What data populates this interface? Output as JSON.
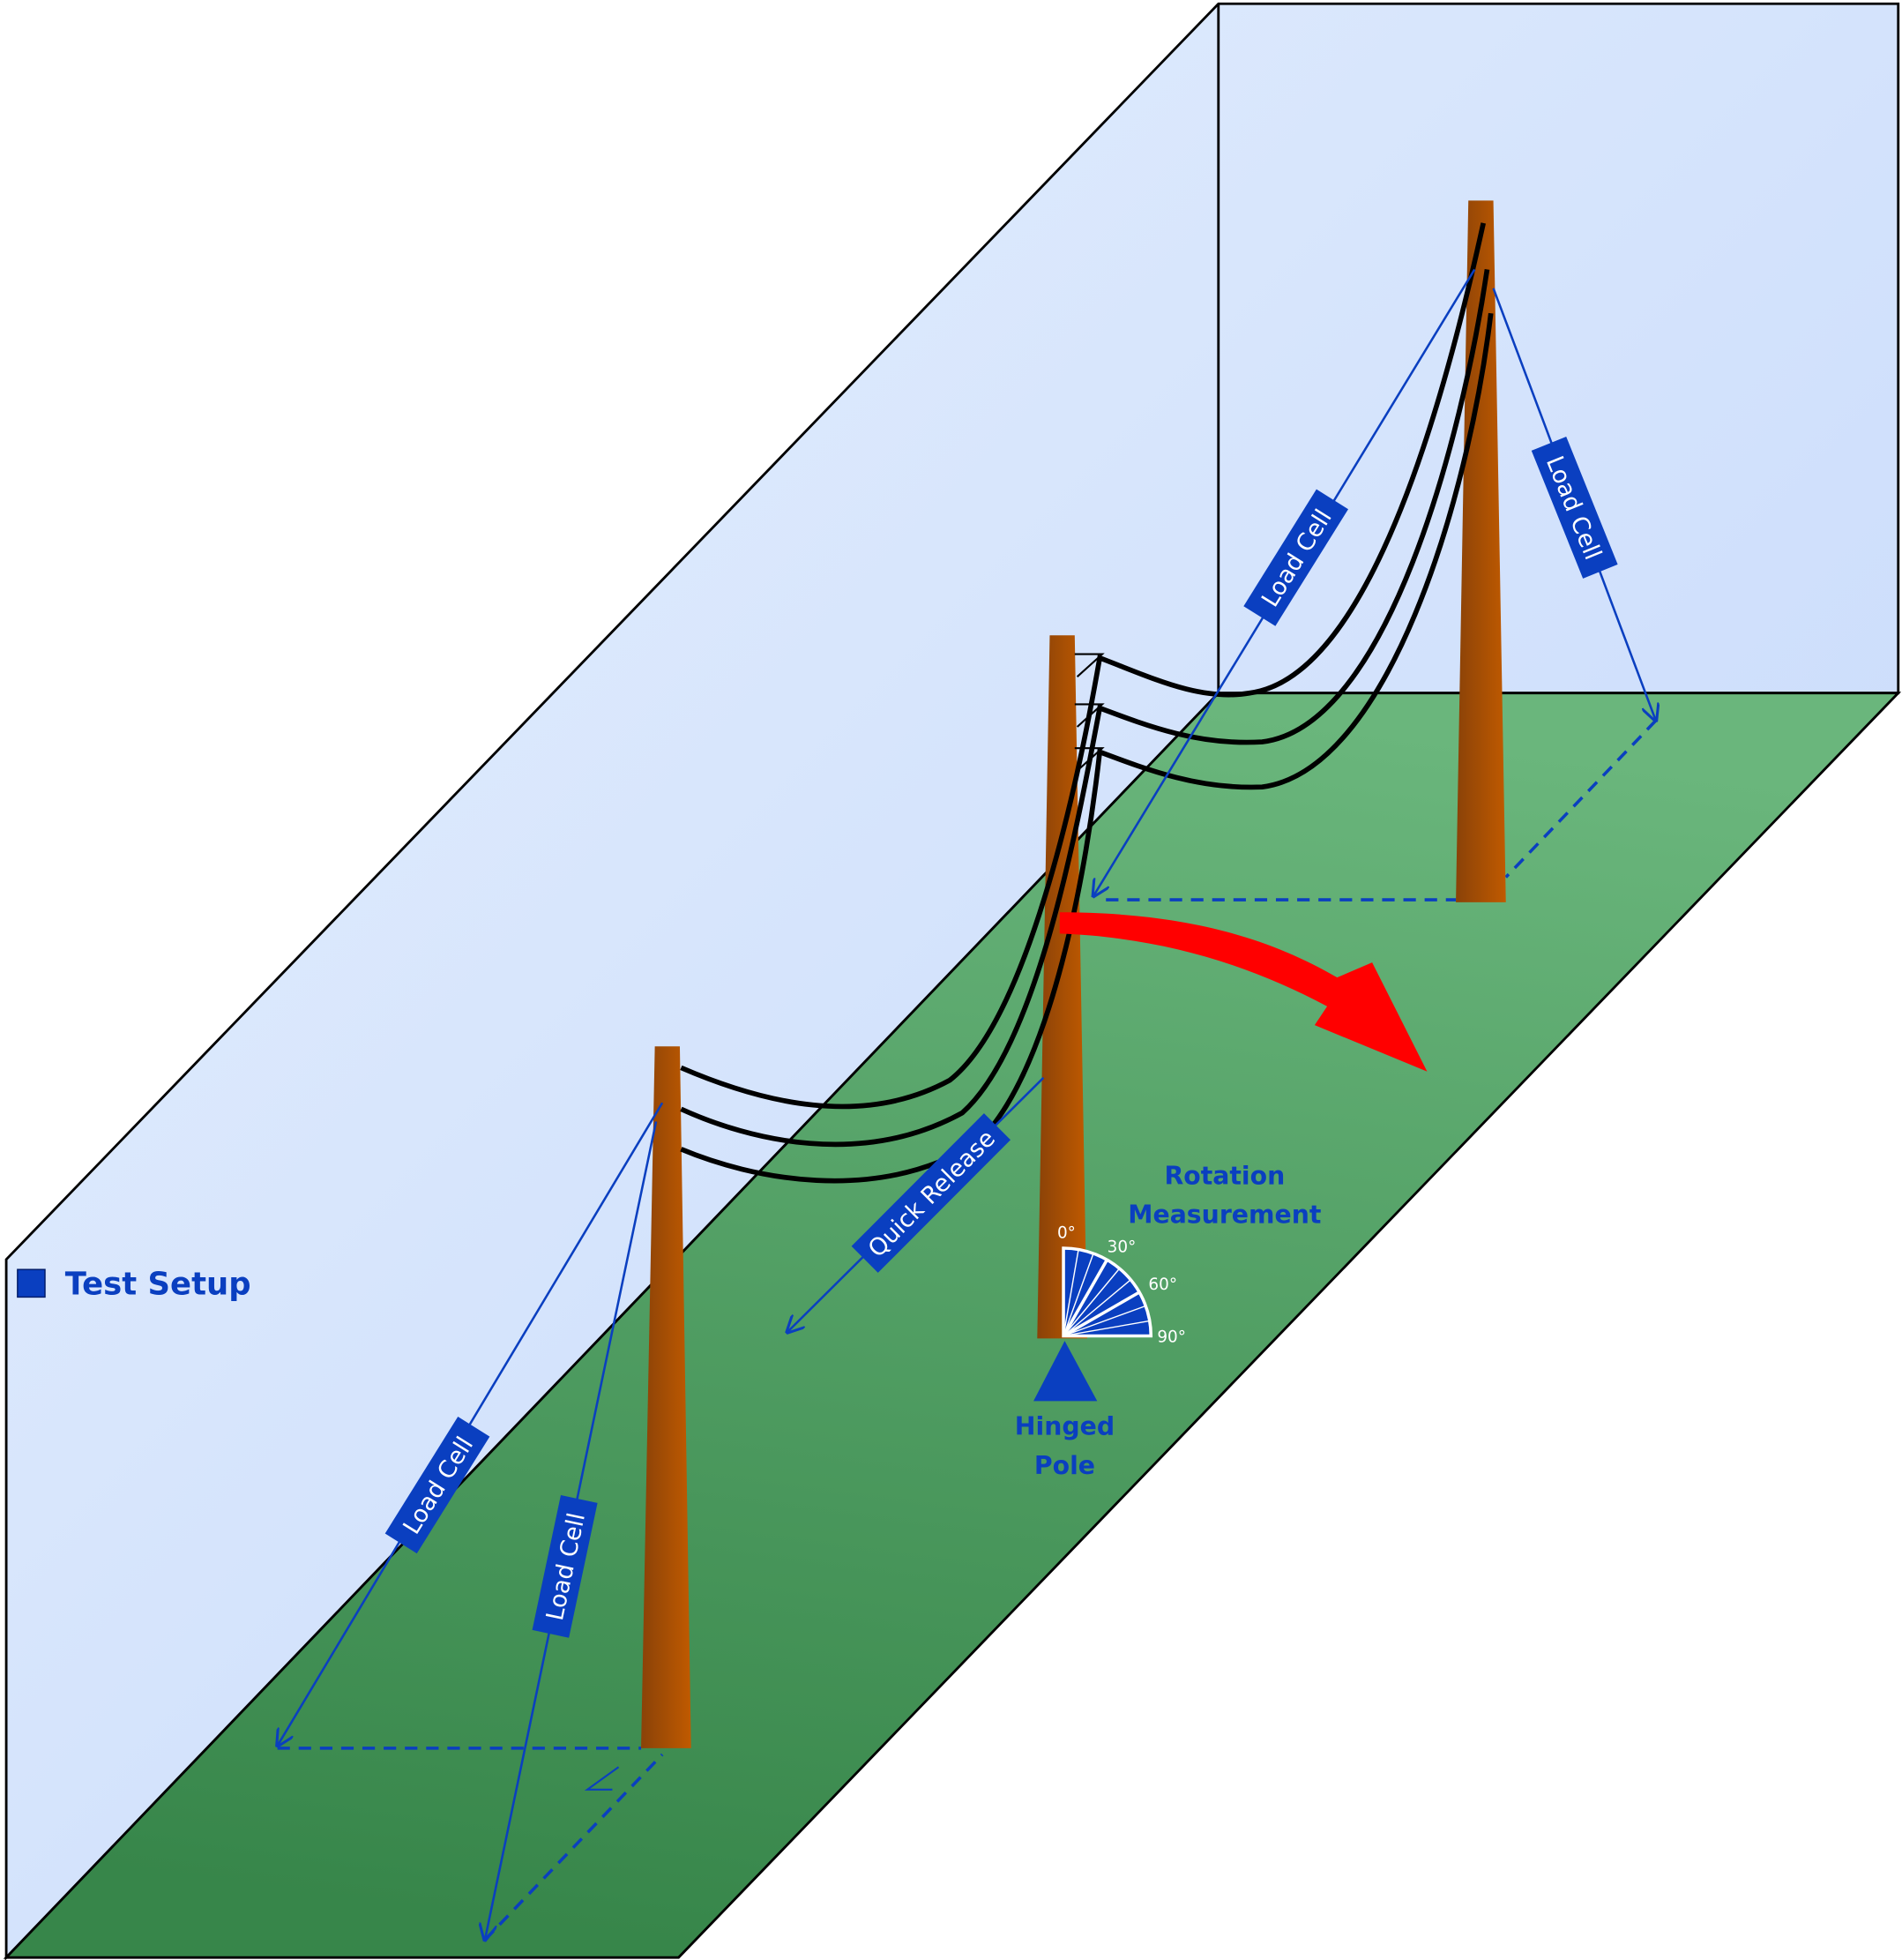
{
  "legend": {
    "label": "Test Setup",
    "color": "#0a3fc0"
  },
  "labels": {
    "load_cell_far_left": "Load Cell",
    "load_cell_far_right": "Load Cell",
    "load_cell_near_left": "Load Cell",
    "load_cell_near_right": "Load Cell",
    "quick_release": "Quick Release",
    "rotation_line1": "Rotation",
    "rotation_line2": "Measurement",
    "hinged_line1": "Hinged",
    "hinged_line2": "Pole"
  },
  "protractor": {
    "ticks": [
      "0°",
      "30°",
      "60°",
      "90°"
    ]
  },
  "colors": {
    "wall": "#cfe0fb",
    "ground": "#4f9f62",
    "pole": "#a8550a",
    "wire": "#000000",
    "arrow": "#ff0000",
    "accent": "#0a3fc0"
  }
}
